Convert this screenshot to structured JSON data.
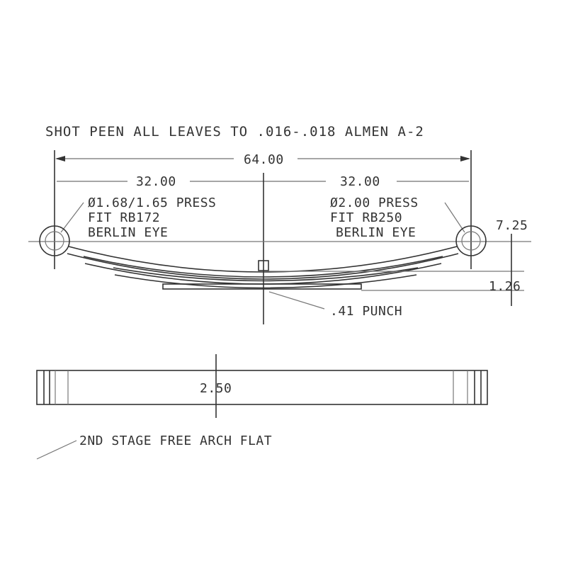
{
  "drawing": {
    "note_title": "SHOT PEEN ALL LEAVES TO .016-.018 ALMEN A-2",
    "overall_length": "64.00",
    "half_length_left": "32.00",
    "half_length_right": "32.00",
    "left_eye": {
      "line1": "Ø1.68/1.65 PRESS",
      "line2": "FIT RB172",
      "line3": "BERLIN EYE"
    },
    "right_eye": {
      "line1": "Ø2.00 PRESS",
      "line2": "FIT RB250",
      "line3": "BERLIN EYE"
    },
    "arch_height": "7.25",
    "stage_height": "1.26",
    "punch_label": ".41 PUNCH",
    "width_label": "2.50",
    "stage_note": "2ND STAGE FREE ARCH FLAT"
  }
}
